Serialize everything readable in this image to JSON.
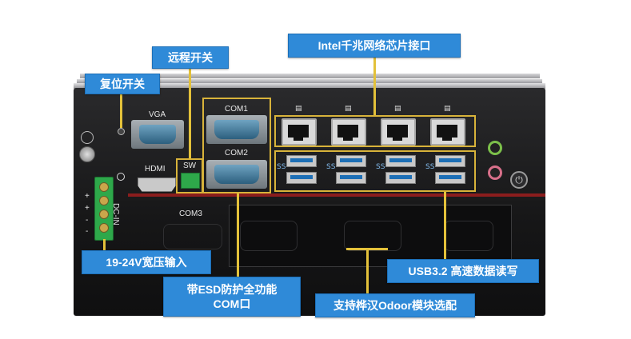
{
  "callouts": {
    "intel_lan": "Intel千兆网络芯片接口",
    "remote_switch": "远程开关",
    "reset_switch": "复位开关",
    "power_input": "19-24V宽压输入",
    "esd_com_line1": "带ESD防护全功能",
    "esd_com_line2": "COM口",
    "odoor": "支持桦汉Odoor模块选配",
    "usb": "USB3.2 高速数据读写"
  },
  "panel_labels": {
    "vga": "VGA",
    "hdmi": "HDMI",
    "com1": "COM1",
    "com2": "COM2",
    "com3": "COM3",
    "sw": "SW",
    "dcin": "DC-IN",
    "plus1": "+",
    "plus2": "+",
    "minus1": "-",
    "minus2": "-",
    "usb_ss": "SS"
  },
  "icons": {
    "lan": "network-icon",
    "usb": "usb-icon",
    "power": "power-icon",
    "ground": "ground-icon",
    "reset": "reset-icon"
  },
  "colors": {
    "callout_bg": "#2f8ad8",
    "leader": "#e3c13a",
    "chassis": "#161617",
    "power_terminal": "#2ea84a"
  }
}
